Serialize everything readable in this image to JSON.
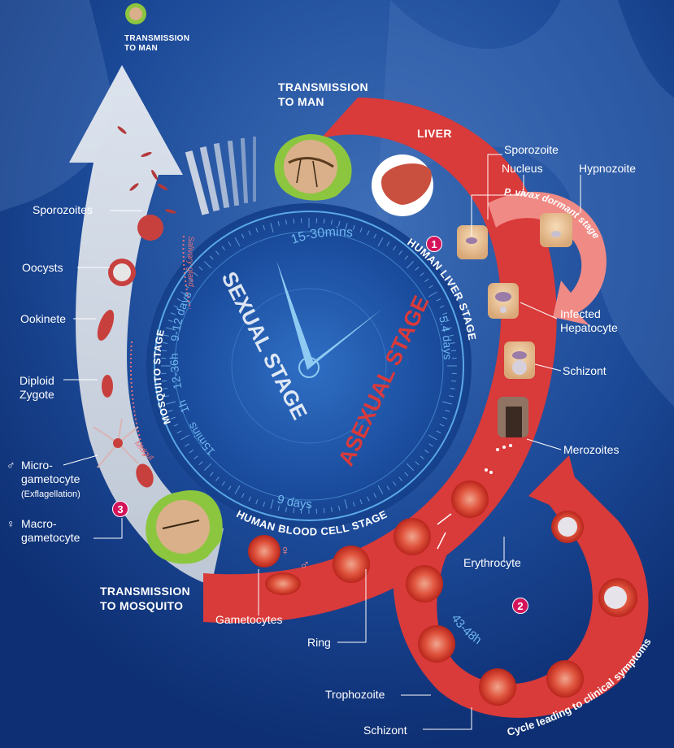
{
  "headers": {
    "transmission_man_top": "TRANSMISSION\nTO MAN",
    "transmission_man": "TRANSMISSION\nTO MAN",
    "liver": "LIVER",
    "transmission_mosquito": "TRANSMISSION\nTO MOSQUITO"
  },
  "dial": {
    "sexual_stage": "SEXUAL STAGE",
    "asexual_stage": "ASEXUAL STAGE",
    "human_liver_stage": "HUMAN LIVER STAGE",
    "human_blood_cell_stage": "HUMAN BLOOD CELL STAGE",
    "mosquito_stage": "MOSQUITO STAGE",
    "t_15_30mins": "15-30mins",
    "t_5_4days": "5.4 days",
    "t_9days": "9 days",
    "t_9_12days": "9-12 days",
    "t_12_36h": "12-36h",
    "t_1h": "1h",
    "t_15mins": "15mins",
    "salivary_gland": "Salivary gland",
    "midgut": "Midgut",
    "cycle_time": "43-48h"
  },
  "labels": {
    "sporozoites": "Sporozoites",
    "oocysts": "Oocysts",
    "ookinete": "Ookinete",
    "diploid_zygote": "Diploid\nZygote",
    "microgametocyte": "Micro-\ngametocyte",
    "exflagellation": "(Exflagellation)",
    "macrogametocyte": "Macro-\ngametocyte",
    "sporozoite": "Sporozoite",
    "nucleus": "Nucleus",
    "hypnozoite": "Hypnozoite",
    "vivax_dormant": "P. vivax dormant stage",
    "infected_hepatocyte": "Infected\nHepatocyte",
    "schizont_liver": "Schizont",
    "merozoites": "Merozoites",
    "erythrocyte": "Erythrocyte",
    "gametocytes": "Gametocytes",
    "ring": "Ring",
    "trophozoite": "Trophozoite",
    "schizont_blood": "Schizont",
    "clinical_cycle": "Cycle leading to clinical symptoms"
  },
  "badges": {
    "one": "1",
    "two": "2",
    "three": "3"
  },
  "symbols": {
    "male": "♂",
    "female": "♀"
  },
  "colors": {
    "background": "#123a86",
    "red_arc": "#d93a3a",
    "mosquito_arrow": "#d9dfe8",
    "accent_green": "#8cc63f",
    "badge": "#d4145a",
    "dial_blue": "#5aa8e6"
  }
}
